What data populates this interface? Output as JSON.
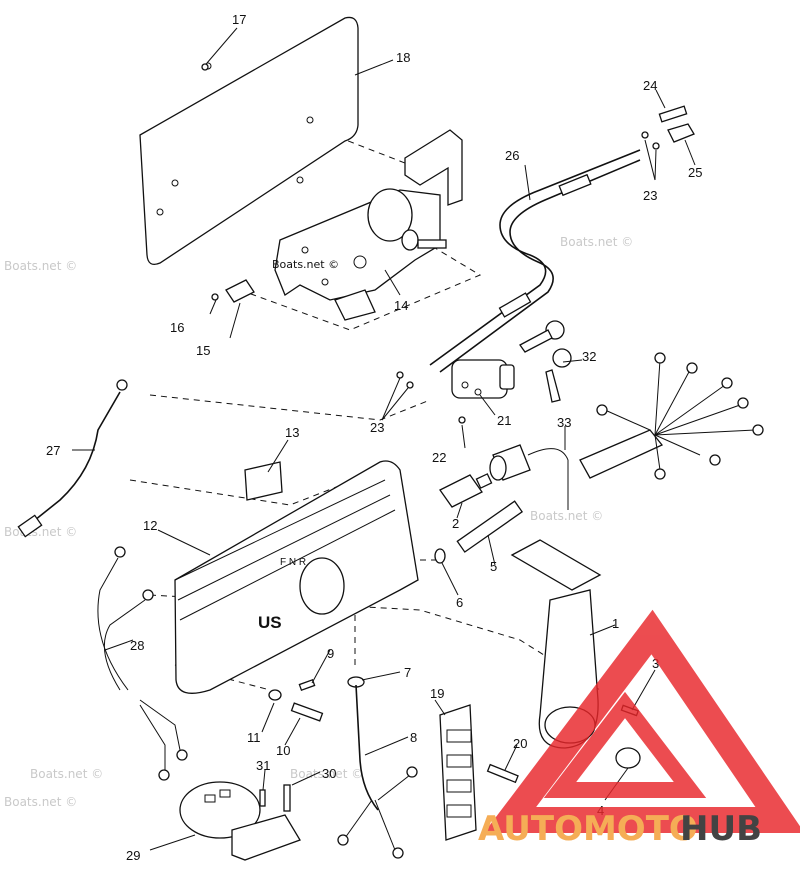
{
  "watermark": "Boats.net ©",
  "logo": {
    "part1": "AUTOMOTO",
    "part2": "HUB",
    "color_primary": "#e8262a",
    "color_accent": "#f39c32",
    "color_dark": "#1a1a1a"
  },
  "callouts": [
    {
      "id": "c1",
      "label": "1"
    },
    {
      "id": "c2",
      "label": "2"
    },
    {
      "id": "c3",
      "label": "3"
    },
    {
      "id": "c4",
      "label": "4"
    },
    {
      "id": "c5",
      "label": "5"
    },
    {
      "id": "c6",
      "label": "6"
    },
    {
      "id": "c7",
      "label": "7"
    },
    {
      "id": "c8",
      "label": "8"
    },
    {
      "id": "c9",
      "label": "9"
    },
    {
      "id": "c10",
      "label": "10"
    },
    {
      "id": "c11",
      "label": "11"
    },
    {
      "id": "c12",
      "label": "12"
    },
    {
      "id": "c13",
      "label": "13"
    },
    {
      "id": "c14",
      "label": "14"
    },
    {
      "id": "c15",
      "label": "15"
    },
    {
      "id": "c16",
      "label": "16"
    },
    {
      "id": "c17",
      "label": "17"
    },
    {
      "id": "c18",
      "label": "18"
    },
    {
      "id": "c19",
      "label": "19"
    },
    {
      "id": "c20",
      "label": "20"
    },
    {
      "id": "c21",
      "label": "21"
    },
    {
      "id": "c22",
      "label": "22"
    },
    {
      "id": "c23a",
      "label": "23"
    },
    {
      "id": "c23b",
      "label": "23"
    },
    {
      "id": "c24",
      "label": "24"
    },
    {
      "id": "c25",
      "label": "25"
    },
    {
      "id": "c26",
      "label": "26"
    },
    {
      "id": "c27",
      "label": "27"
    },
    {
      "id": "c28",
      "label": "28"
    },
    {
      "id": "c29",
      "label": "29"
    },
    {
      "id": "c30",
      "label": "30"
    },
    {
      "id": "c31",
      "label": "31"
    },
    {
      "id": "c32",
      "label": "32"
    },
    {
      "id": "c33",
      "label": "33"
    }
  ],
  "housing_text": {
    "brand": "US",
    "shift_letters": "F  N  R"
  },
  "labels": {
    "boats_net_bracket": "Boats.net ©"
  }
}
